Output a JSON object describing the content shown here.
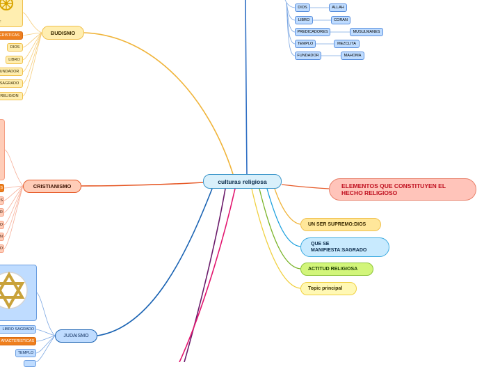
{
  "central": {
    "label": "culturas religiosa"
  },
  "right_topics": {
    "elementos": "ELEMENTOS QUE CONSTITUYEN EL HECHO RELIGIOSO",
    "ser_supremo": "UN SER SUPREMO:DIOS",
    "manifiesta": "QUE SE MANIFIESTA:SAGRADO",
    "actitud": "ACTITUD RELIGIOSA",
    "topic": "Topic principal"
  },
  "islam": {
    "items": [
      {
        "label": "DIOS",
        "value": "ALLAH"
      },
      {
        "label": "LIBRO",
        "value": "CORAN"
      },
      {
        "label": "PREDICADORES",
        "value": "MUSULMANES"
      },
      {
        "label": "TEMPLO",
        "value": "MEZCLITA"
      },
      {
        "label": "FUNDADOR",
        "value": "MAHOMA"
      }
    ]
  },
  "budismo": {
    "label": "BUDISMO",
    "image_caption": "c",
    "children": [
      "ERISTICAS",
      "DIOS",
      "LIBRO",
      "UNDADOR",
      "SAGRADO",
      "RELIGION"
    ]
  },
  "cristianismo": {
    "label": "CRISTIANISMO",
    "children": [
      "S",
      "S",
      "R",
      "O",
      "N",
      "O"
    ]
  },
  "judaismo": {
    "label": "JUDAISMO",
    "children": [
      "LIBRO SAGRADO",
      "ARACTERISTICAS",
      "TEMPLO"
    ]
  },
  "colors": {
    "central_fill": "#d9f0fb",
    "central_border": "#3a95c9",
    "budismo_line": "#f0b43a",
    "budismo_fill": "#ffeeb0",
    "budismo_border": "#f0c04d",
    "budismo_accent": "#ee7f1e",
    "cristianismo_line": "#e65a28",
    "cristianismo_fill": "#ffcdb8",
    "judaismo_line": "#1a63b3",
    "judaismo_fill": "#bfdcff",
    "islam_line": "#2f6fc4",
    "elementos_fill": "#ffc4ba",
    "elementos_text": "#c01020",
    "ser_fill": "#ffe79a",
    "manifiesta_fill": "#c8eafe",
    "actitud_fill": "#d2f57a",
    "topic_fill": "#fff8b4",
    "purple_line": "#6a1a6a",
    "pink_line": "#e2146e"
  },
  "icons": [
    "dharma-wheel-icon",
    "star-of-david-icon"
  ]
}
